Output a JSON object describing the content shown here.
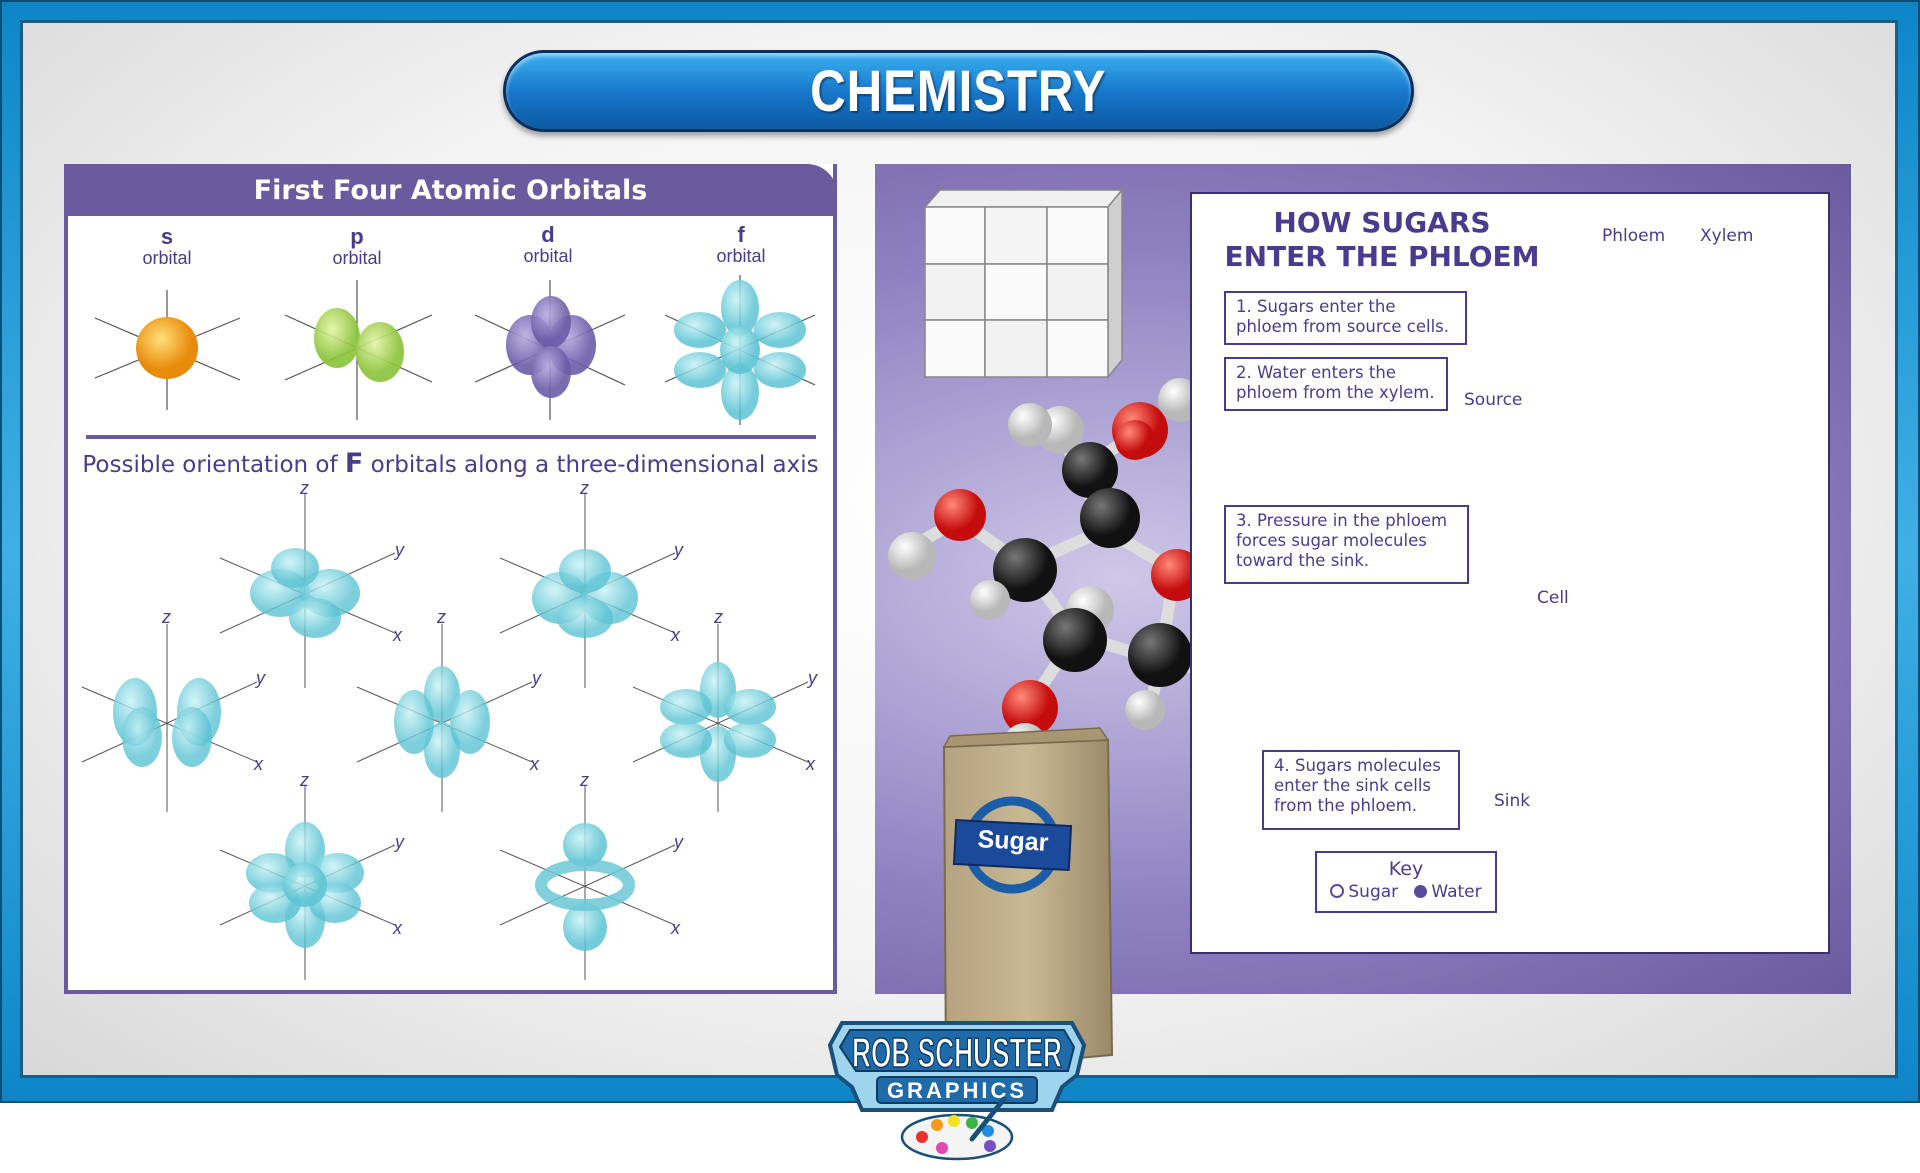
{
  "header": {
    "title": "CHEMISTRY"
  },
  "left_panel": {
    "title": "First Four Atomic Orbitals",
    "orbitals": [
      {
        "letter": "s",
        "word": "orbital",
        "color": "#f4a21e"
      },
      {
        "letter": "p",
        "word": "orbital",
        "color": "#a9d45a"
      },
      {
        "letter": "d",
        "word": "orbital",
        "color": "#8478bf"
      },
      {
        "letter": "f",
        "word": "orbital",
        "color": "#7fd3df"
      }
    ],
    "orientation_title_pre": "Possible orientation of ",
    "orientation_title_f": "F",
    "orientation_title_post": " orbitals along a three-dimensional axis",
    "axis_labels": {
      "x": "x",
      "y": "y",
      "z": "z"
    }
  },
  "right_panel": {
    "title_line1": "HOW SUGARS",
    "title_line2": "ENTER THE PHLOEM",
    "steps": [
      {
        "line1": "1. Sugars enter the",
        "line2": "phloem from source cells."
      },
      {
        "line1": "2. Water enters the",
        "line2": "phloem from the xylem."
      },
      {
        "line1": "3. Pressure in the phloem",
        "line2": "forces sugar molecules",
        "line3": "toward the sink."
      },
      {
        "line1": "4. Sugars molecules",
        "line2": "enter the sink cells",
        "line3": "from the phloem."
      }
    ],
    "labels": {
      "phloem": "Phloem",
      "xylem": "Xylem",
      "source": "Source",
      "cell": "Cell",
      "sink": "Sink"
    },
    "key": {
      "title": "Key",
      "sugar": "Sugar",
      "water": "Water",
      "sugar_color": "#ffffff",
      "water_color": "#5a4a9a"
    },
    "bag_label": "Sugar"
  },
  "logo": {
    "line1": "ROB SCHUSTER",
    "line2": "GRAPHICS"
  },
  "colors": {
    "accent": "#6a5a9e",
    "frame": "#1a8fd0",
    "text_purple": "#4b3b8e"
  }
}
